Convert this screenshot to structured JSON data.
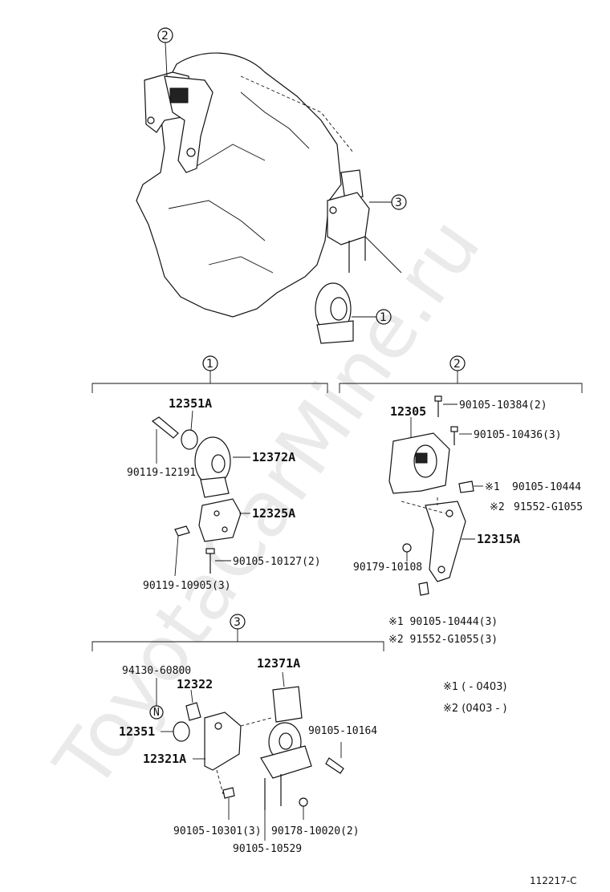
{
  "watermark": "ToyotaCarMine.ru",
  "diagram_code": "112217-C",
  "callouts": {
    "c1": "1",
    "c2": "2",
    "c3": "3"
  },
  "group1": {
    "p12351A": "12351A",
    "p12372A": "12372A",
    "p12325A": "12325A",
    "p90119_12191": "90119-12191",
    "p90105_10127": "90105-10127(2)",
    "p90119_10905": "90119-10905(3)"
  },
  "group2": {
    "p12305": "12305",
    "p90105_10384": "90105-10384(2)",
    "p90105_10436": "90105-10436(3)",
    "n1_mark": "※1",
    "p90105_10444": "90105-10444",
    "n2_mark": "※2",
    "p91552_G1055": "91552-G1055",
    "p12315A": "12315A",
    "p90179_10108": "90179-10108",
    "p90105_10444_3": "※1 90105-10444(3)",
    "p91552_G1055_3": "※2 91552-G1055(3)"
  },
  "group3": {
    "p94130_60800": "94130-60800",
    "p12322": "12322",
    "p12351": "12351",
    "p12321A": "12321A",
    "p12371A": "12371A",
    "p90105_10164": "90105-10164",
    "p90105_10301": "90105-10301(3)",
    "p90178_10020": "90178-10020(2)",
    "p90105_10529": "90105-10529",
    "nut_mark": "N"
  },
  "notes": {
    "note1": "※1 (      -  0403)",
    "note2": "※2 (0403 -        )"
  }
}
